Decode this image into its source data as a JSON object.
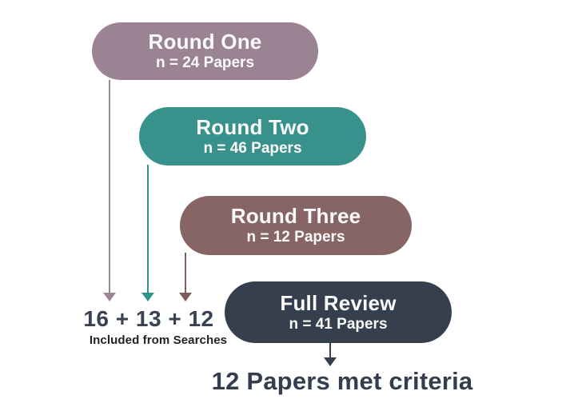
{
  "diagram": {
    "background": "#ffffff",
    "pill_text_color": "#fbfafb",
    "stages": [
      {
        "name": "round-one",
        "title": "Round One",
        "subtitle": "n = 24 Papers",
        "color": "#9a8494",
        "arrow_color": "#9b8794"
      },
      {
        "name": "round-two",
        "title": "Round Two",
        "subtitle": "n = 46 Papers",
        "color": "#38918a",
        "arrow_color": "#2f938a"
      },
      {
        "name": "round-three",
        "title": "Round Three",
        "subtitle": "n = 12 Papers",
        "color": "#876564",
        "arrow_color": "#7d5c5e"
      },
      {
        "name": "full-review",
        "title": "Full Review",
        "subtitle": "n = 41 Papers",
        "color": "#353f4e",
        "arrow_color": "#353f4e"
      }
    ],
    "included_sum": {
      "value": "16 + 13 + 12",
      "caption": "Included from Searches",
      "value_color": "#3a4150",
      "caption_color": "#1f2122"
    },
    "result": {
      "label": "12 Papers met criteria",
      "color": "#333d4e"
    }
  }
}
